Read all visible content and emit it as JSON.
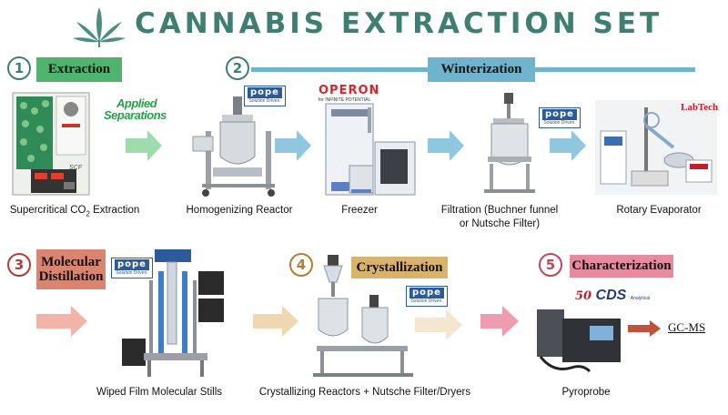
{
  "title": "CANNABIS EXTRACTION SET",
  "colors": {
    "title": "#3e7f72",
    "extraction_label": "#4fb36e",
    "winterization_label": "#6fb3cc",
    "distillation_label": "#d98571",
    "crystallization_label": "#d9b36b",
    "characterization_label": "#e68a9e",
    "arrow_blue": "#8fc7de",
    "arrow_green": "#9edcae",
    "arrow_salmon": "#f2b4a7",
    "arrow_beige": "#efd8b1",
    "arrow_pink": "#ee9cb0"
  },
  "steps": [
    {
      "number": "1",
      "label": "Extraction"
    },
    {
      "number": "2",
      "label": "Winterization"
    },
    {
      "number": "3",
      "label_line1": "Molecular",
      "label_line2": "Distillation"
    },
    {
      "number": "4",
      "label": "Crystallization"
    },
    {
      "number": "5",
      "label": "Characterization"
    }
  ],
  "equipment": {
    "supercritical": {
      "caption_prefix": "Supercritical CO",
      "caption_sub": "2",
      "caption_suffix": " Extraction",
      "device_text": "SCF"
    },
    "homogenizing": {
      "caption": "Homogenizing Reactor"
    },
    "freezer": {
      "caption": "Freezer"
    },
    "filtration": {
      "caption_line1": "Filtration (Buchner funnel",
      "caption_line2": "or Nutsche Filter)"
    },
    "rotary": {
      "caption": "Rotary Evaporator"
    },
    "wiped_film": {
      "caption": "Wiped Film Molecular Stills"
    },
    "crystallizing": {
      "caption": "Crystallizing Reactors  +  Nutsche Filter/Dryers"
    },
    "pyroprobe": {
      "caption": "Pyroprobe"
    },
    "gcms": {
      "label": "GC-MS"
    }
  },
  "brands": {
    "applied": {
      "line1": "Applied",
      "line2": "Separations"
    },
    "pope": {
      "word": "pope",
      "tagline": "Solution Driven."
    },
    "operon": {
      "word": "OPERON",
      "tagline": "for INFINITE POTENTIAL"
    },
    "labtech": {
      "word": "LabTech"
    },
    "cds": {
      "number": "50",
      "word": "CDS",
      "tagline": "Analytical"
    }
  }
}
